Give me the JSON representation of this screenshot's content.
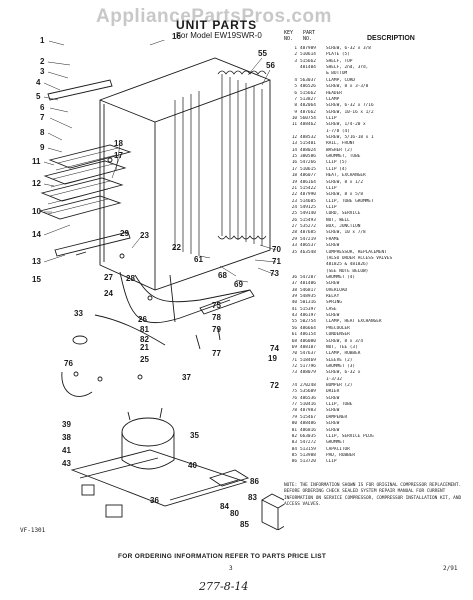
{
  "watermark": "AppliancePartsPros.com",
  "title": "UNIT PARTS",
  "subtitle": "For Model EW19SWR-0",
  "header": {
    "key_label": "KEY\nNO.",
    "part_label": "PART\nNO.",
    "description_label": "DESCRIPTION"
  },
  "parts": [
    {
      "key": "1",
      "part": "487989",
      "desc": "SCREW, 6-32 x 3/8"
    },
    {
      "key": "2",
      "part": "510614",
      "desc": "PLATE (5)"
    },
    {
      "key": "3",
      "part": "515662",
      "desc": "SHELF, TOP"
    },
    {
      "key": "",
      "part": "481404",
      "desc": "SHELF, 2nd, 3rd,"
    },
    {
      "key": "",
      "part": "",
      "desc": "& BOTTOM"
    },
    {
      "key": "4",
      "part": "563037",
      "desc": "CLAMP, CORD"
    },
    {
      "key": "5",
      "part": "486526",
      "desc": "SCREW, 8 x 3-3/8"
    },
    {
      "key": "6",
      "part": "515662",
      "desc": "HEADER"
    },
    {
      "key": "7",
      "part": "513827",
      "desc": "CLAMP"
    },
    {
      "key": "8",
      "part": "482064",
      "desc": "SCREW, 6-32 x 7/16"
    },
    {
      "key": "9",
      "part": "487662",
      "desc": "SCREW, 10-16 x 1/2"
    },
    {
      "key": "10",
      "part": "560754",
      "desc": "CLIP"
    },
    {
      "key": "11",
      "part": "488462",
      "desc": "SCREW, 1/4-20 x"
    },
    {
      "key": "",
      "part": "",
      "desc": "1-7/8 (4)"
    },
    {
      "key": "12",
      "part": "488532",
      "desc": "SCREW, 5/16-18 x 1"
    },
    {
      "key": "13",
      "part": "515401",
      "desc": "RAIL, FRONT"
    },
    {
      "key": "14",
      "part": "488024",
      "desc": "WASHER (2)"
    },
    {
      "key": "15",
      "part": "380586",
      "desc": "GROMMET, TUBE"
    },
    {
      "key": "16",
      "part": "547266",
      "desc": "CLIP (5)"
    },
    {
      "key": "17",
      "part": "510615",
      "desc": "CLIP (4)"
    },
    {
      "key": "18",
      "part": "486077",
      "desc": "HEAT, EXCHANGER"
    },
    {
      "key": "19",
      "part": "486164",
      "desc": "SCREW, 8 x 1/2"
    },
    {
      "key": "21",
      "part": "515422",
      "desc": "CLIP"
    },
    {
      "key": "22",
      "part": "487990",
      "desc": "SCREW, 8 x 5/8"
    },
    {
      "key": "23",
      "part": "514685",
      "desc": "CLIP, TUBE GROMMET"
    },
    {
      "key": "24",
      "part": "549125",
      "desc": "CLIP"
    },
    {
      "key": "25",
      "part": "549140",
      "desc": "CORD, SERVICE"
    },
    {
      "key": "26",
      "part": "515493",
      "desc": "NUT, WELL"
    },
    {
      "key": "27",
      "part": "535272",
      "desc": "BOX, JUNCTION"
    },
    {
      "key": "28",
      "part": "487685",
      "desc": "SCREW, 10 x 7/8"
    },
    {
      "key": "29",
      "part": "547219",
      "desc": "FRAME"
    },
    {
      "key": "33",
      "part": "486537",
      "desc": "SCREW"
    },
    {
      "key": "35",
      "part": "463548",
      "desc": "COMPRESSOR, REPLACEMENT"
    },
    {
      "key": "",
      "part": "",
      "desc": "(ALSO ORDER ACCESS VALVES"
    },
    {
      "key": "",
      "part": "",
      "desc": "481825 & 481826)"
    },
    {
      "key": "",
      "part": "",
      "desc": "(SEE NOTE BELOW)"
    },
    {
      "key": "36",
      "part": "547287",
      "desc": "GROMMET (4)"
    },
    {
      "key": "37",
      "part": "481406",
      "desc": "SCREW"
    },
    {
      "key": "38",
      "part": "546817",
      "desc": "OVERLOAD"
    },
    {
      "key": "39",
      "part": "548935",
      "desc": "RELAY"
    },
    {
      "key": "40",
      "part": "501316",
      "desc": "SPRING"
    },
    {
      "key": "41",
      "part": "515397",
      "desc": "CASE"
    },
    {
      "key": "43",
      "part": "486197",
      "desc": "SCREW"
    },
    {
      "key": "55",
      "part": "502754",
      "desc": "CLAMP, HEAT EXCHANGER"
    },
    {
      "key": "56",
      "part": "486664",
      "desc": "PRECOOLER"
    },
    {
      "key": "61",
      "part": "486154",
      "desc": "CONDENSER"
    },
    {
      "key": "68",
      "part": "486080",
      "desc": "SCREW, 8 x 3/4"
    },
    {
      "key": "69",
      "part": "488187",
      "desc": "NUT, TEE (3)"
    },
    {
      "key": "70",
      "part": "547637",
      "desc": "CLAMP, RUBBER"
    },
    {
      "key": "71",
      "part": "518469",
      "desc": "SLEEVE (2)"
    },
    {
      "key": "72",
      "part": "517796",
      "desc": "GROMMET (3)"
    },
    {
      "key": "73",
      "part": "488079",
      "desc": "SCREW, 6-32 x"
    },
    {
      "key": "",
      "part": "",
      "desc": "1-3/32"
    },
    {
      "key": "74",
      "part": "270248",
      "desc": "BUMPER (2)"
    },
    {
      "key": "75",
      "part": "535609",
      "desc": "DRIER"
    },
    {
      "key": "76",
      "part": "486536",
      "desc": "SCREW"
    },
    {
      "key": "77",
      "part": "510416",
      "desc": "CLIP, TUBE"
    },
    {
      "key": "78",
      "part": "487983",
      "desc": "SCREW"
    },
    {
      "key": "79",
      "part": "515467",
      "desc": "DAMPENER"
    },
    {
      "key": "80",
      "part": "488486",
      "desc": "SCREW"
    },
    {
      "key": "81",
      "part": "486816",
      "desc": "SCREW"
    },
    {
      "key": "82",
      "part": "663035",
      "desc": "CLIP, SERVICE PLUG"
    },
    {
      "key": "83",
      "part": "547272",
      "desc": "GROMMET"
    },
    {
      "key": "84",
      "part": "513159",
      "desc": "CAPACITOR"
    },
    {
      "key": "85",
      "part": "513988",
      "desc": "PAD, RUBBER"
    },
    {
      "key": "86",
      "part": "513720",
      "desc": "CLIP"
    }
  ],
  "note": "NOTE: THE INFORMATION SHOWN IS FOR ORIGINAL COMPRESSOR REPLACEMENT. BEFORE ORDERING CHECK SEALED SYSTEM REPAIR MANUAL FOR CURRENT INFORMATION ON SERVICE COMPRESSOR, COMPRESSOR INSTALLATION KIT, AND ACCESS VALVES.",
  "drawing_number": "VF-1301",
  "footer": "FOR ORDERING INFORMATION REFER TO PARTS PRICE LIST",
  "page_number": "3",
  "date_code": "2/91",
  "handwritten": "277-8-14",
  "callouts": [
    "1",
    "2",
    "3",
    "4",
    "5",
    "6",
    "7",
    "8",
    "9",
    "10",
    "11",
    "12",
    "13",
    "14",
    "15",
    "16",
    "17",
    "18",
    "19",
    "21",
    "22",
    "23",
    "24",
    "25",
    "26",
    "27",
    "28",
    "29",
    "33",
    "35",
    "36",
    "37",
    "38",
    "39",
    "40",
    "41",
    "43",
    "55",
    "56",
    "61",
    "68",
    "69",
    "70",
    "71",
    "72",
    "73",
    "74",
    "75",
    "76",
    "77",
    "78",
    "79",
    "80",
    "81",
    "82",
    "83",
    "84",
    "85",
    "86"
  ]
}
